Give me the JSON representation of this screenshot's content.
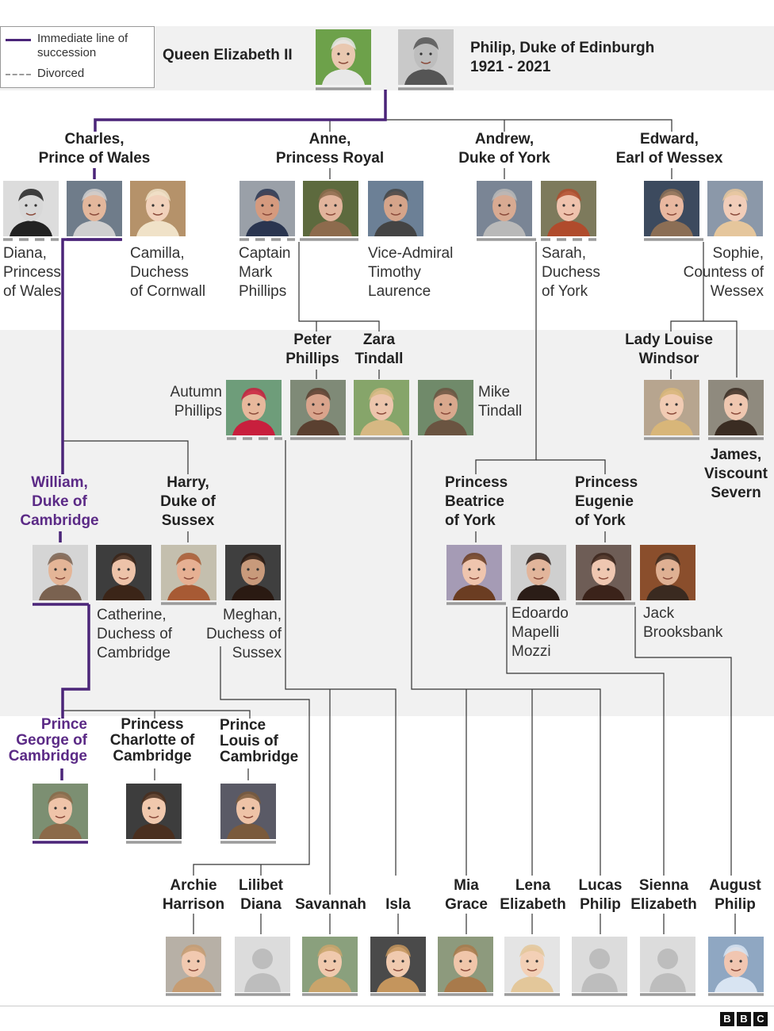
{
  "legend": {
    "succession_label": "Immediate line of succession",
    "divorced_label": "Divorced"
  },
  "colors": {
    "succession": "#4b2579",
    "line": "#333333",
    "underline": "#9b9b9b",
    "name_purple": "#5b2a86",
    "band": "#f1f1f1"
  },
  "people": {
    "queen": {
      "name": "Queen Elizabeth II"
    },
    "philip": {
      "name": "Philip, Duke of Edinburgh",
      "years": "1921 - 2021"
    },
    "charles": {
      "name": "Charles,\nPrince of Wales"
    },
    "anne": {
      "name": "Anne,\nPrincess Royal"
    },
    "andrew": {
      "name": "Andrew,\nDuke of York"
    },
    "edward": {
      "name": "Edward,\nEarl of Wessex"
    },
    "diana": {
      "name": "Diana,\nPrincess\nof Wales"
    },
    "camilla": {
      "name": "Camilla,\nDuchess\nof Cornwall"
    },
    "mark": {
      "name": "Captain\nMark\nPhillips"
    },
    "timothy": {
      "name": "Vice-Admiral\nTimothy\nLaurence"
    },
    "sarah": {
      "name": "Sarah,\nDuchess\nof York"
    },
    "sophie": {
      "name": "Sophie,\nCountess of\nWessex"
    },
    "peter": {
      "name": "Peter\nPhillips"
    },
    "zara": {
      "name": "Zara\nTindall"
    },
    "autumn": {
      "name": "Autumn\nPhillips"
    },
    "mike": {
      "name": "Mike\nTindall"
    },
    "louise": {
      "name": "Lady Louise\nWindsor"
    },
    "james": {
      "name": "James,\nViscount\nSevern"
    },
    "william": {
      "name": "William,\nDuke of\nCambridge"
    },
    "harry": {
      "name": "Harry,\nDuke of\nSussex"
    },
    "catherine": {
      "name": "Catherine,\nDuchess of\nCambridge"
    },
    "meghan": {
      "name": "Meghan,\nDuchess of\nSussex"
    },
    "beatrice": {
      "name": "Princess\nBeatrice\nof York"
    },
    "eugenie": {
      "name": "Princess\nEugenie\nof York"
    },
    "edoardo": {
      "name": "Edoardo\nMapelli\nMozzi"
    },
    "jack": {
      "name": "Jack\nBrooksbank"
    },
    "george": {
      "name": "Prince\nGeorge of\nCambridge"
    },
    "charlotte": {
      "name": "Princess\nCharlotte of\nCambridge"
    },
    "louis": {
      "name": "Prince\nLouis of\nCambridge"
    },
    "archie": {
      "name": "Archie\nHarrison"
    },
    "lilibet": {
      "name": "Lilibet\nDiana"
    },
    "savannah": {
      "name": "Savannah"
    },
    "isla": {
      "name": "Isla"
    },
    "mia": {
      "name": "Mia\nGrace"
    },
    "lena": {
      "name": "Lena\nElizabeth"
    },
    "lucas": {
      "name": "Lucas\nPhilip"
    },
    "sienna": {
      "name": "Sienna\nElizabeth"
    },
    "august": {
      "name": "August\nPhilip"
    }
  },
  "brand": {
    "l1": "B",
    "l2": "B",
    "l3": "C"
  }
}
